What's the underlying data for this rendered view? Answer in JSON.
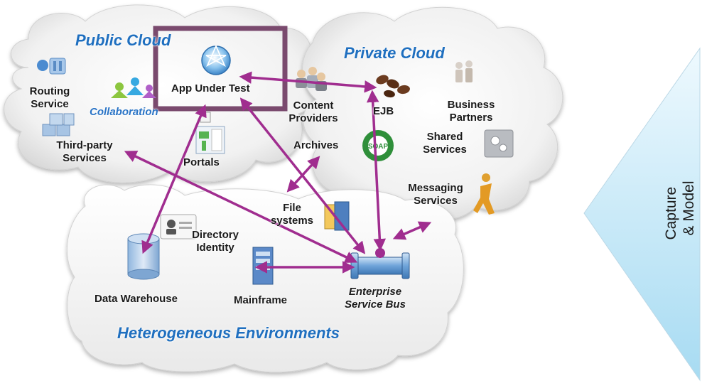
{
  "clouds": {
    "public_title": "Public Cloud",
    "private_title": "Private Cloud",
    "heterogeneous_title": "Heterogeneous Environments"
  },
  "nodes": {
    "routing_service": [
      "Routing",
      "Service"
    ],
    "collaboration": "Collaboration",
    "app_under_test": "App Under Test",
    "third_party": [
      "Third-party",
      "Services"
    ],
    "portals": "Portals",
    "content_providers": [
      "Content",
      "Providers"
    ],
    "ejb": "EJB",
    "business_partners": [
      "Business",
      "Partners"
    ],
    "archives": "Archives",
    "shared_services": [
      "Shared",
      "Services"
    ],
    "messaging_services": [
      "Messaging",
      "Services"
    ],
    "file_systems": [
      "File",
      "systems"
    ],
    "directory_identity": [
      "Directory",
      "Identity"
    ],
    "data_warehouse": "Data Warehouse",
    "mainframe": "Mainframe",
    "esb": [
      "Enterprise",
      "Service Bus"
    ]
  },
  "side_panel": {
    "lines": [
      "Capture",
      "& Model"
    ]
  },
  "colors": {
    "arrow": "#a02d8f",
    "highlight_box": "#7a4a6e",
    "title_blue": "#1f6fbf",
    "panel_top": "#e8f6fd",
    "panel_bottom": "#9ed6f0"
  },
  "icons": [
    "routing-icon",
    "collaboration-people-icon",
    "app-globe-icon",
    "third-party-blocks-icon",
    "portals-icon",
    "content-providers-icon",
    "ejb-coffee-beans-icon",
    "business-partners-icon",
    "soap-icon",
    "gears-icon",
    "messaging-person-icon",
    "file-systems-icon",
    "id-card-icon",
    "database-icon",
    "mainframe-icon",
    "service-bus-pipe-icon"
  ]
}
